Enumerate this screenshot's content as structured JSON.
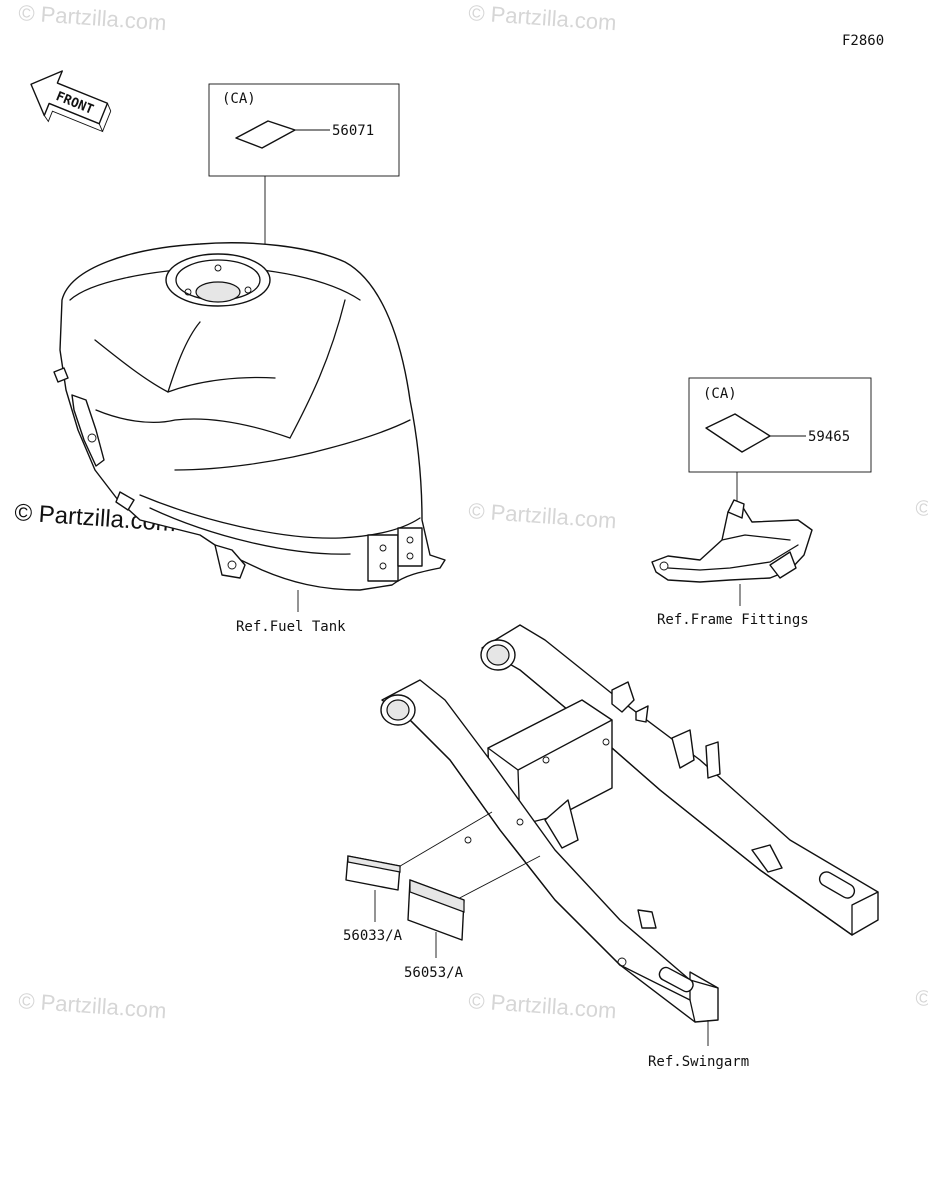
{
  "diagram_code": "F2860",
  "front_arrow": {
    "label": "FRONT",
    "icon": "front-arrow-icon"
  },
  "watermarks": [
    "© Partzilla.com",
    "© Partzilla.com",
    "© Partzilla.com",
    "© Partzilla.com",
    "© Partzilla.com",
    "© Partzilla.com",
    "© Partzilla.com"
  ],
  "watermark_main": "© Partzilla.com",
  "callouts": {
    "fuel_tank_label": {
      "region": "(CA)",
      "part_number": "56071"
    },
    "frame_label": {
      "region": "(CA)",
      "part_number": "59465"
    },
    "swingarm_label_1": {
      "part_number": "56033/A"
    },
    "swingarm_label_2": {
      "part_number": "56053/A"
    }
  },
  "references": {
    "fuel_tank": "Ref.Fuel Tank",
    "frame_fittings": "Ref.Frame Fittings",
    "swingarm": "Ref.Swingarm"
  },
  "colors": {
    "line": "#111111",
    "watermark": "#d6d6d6",
    "background": "#ffffff"
  }
}
